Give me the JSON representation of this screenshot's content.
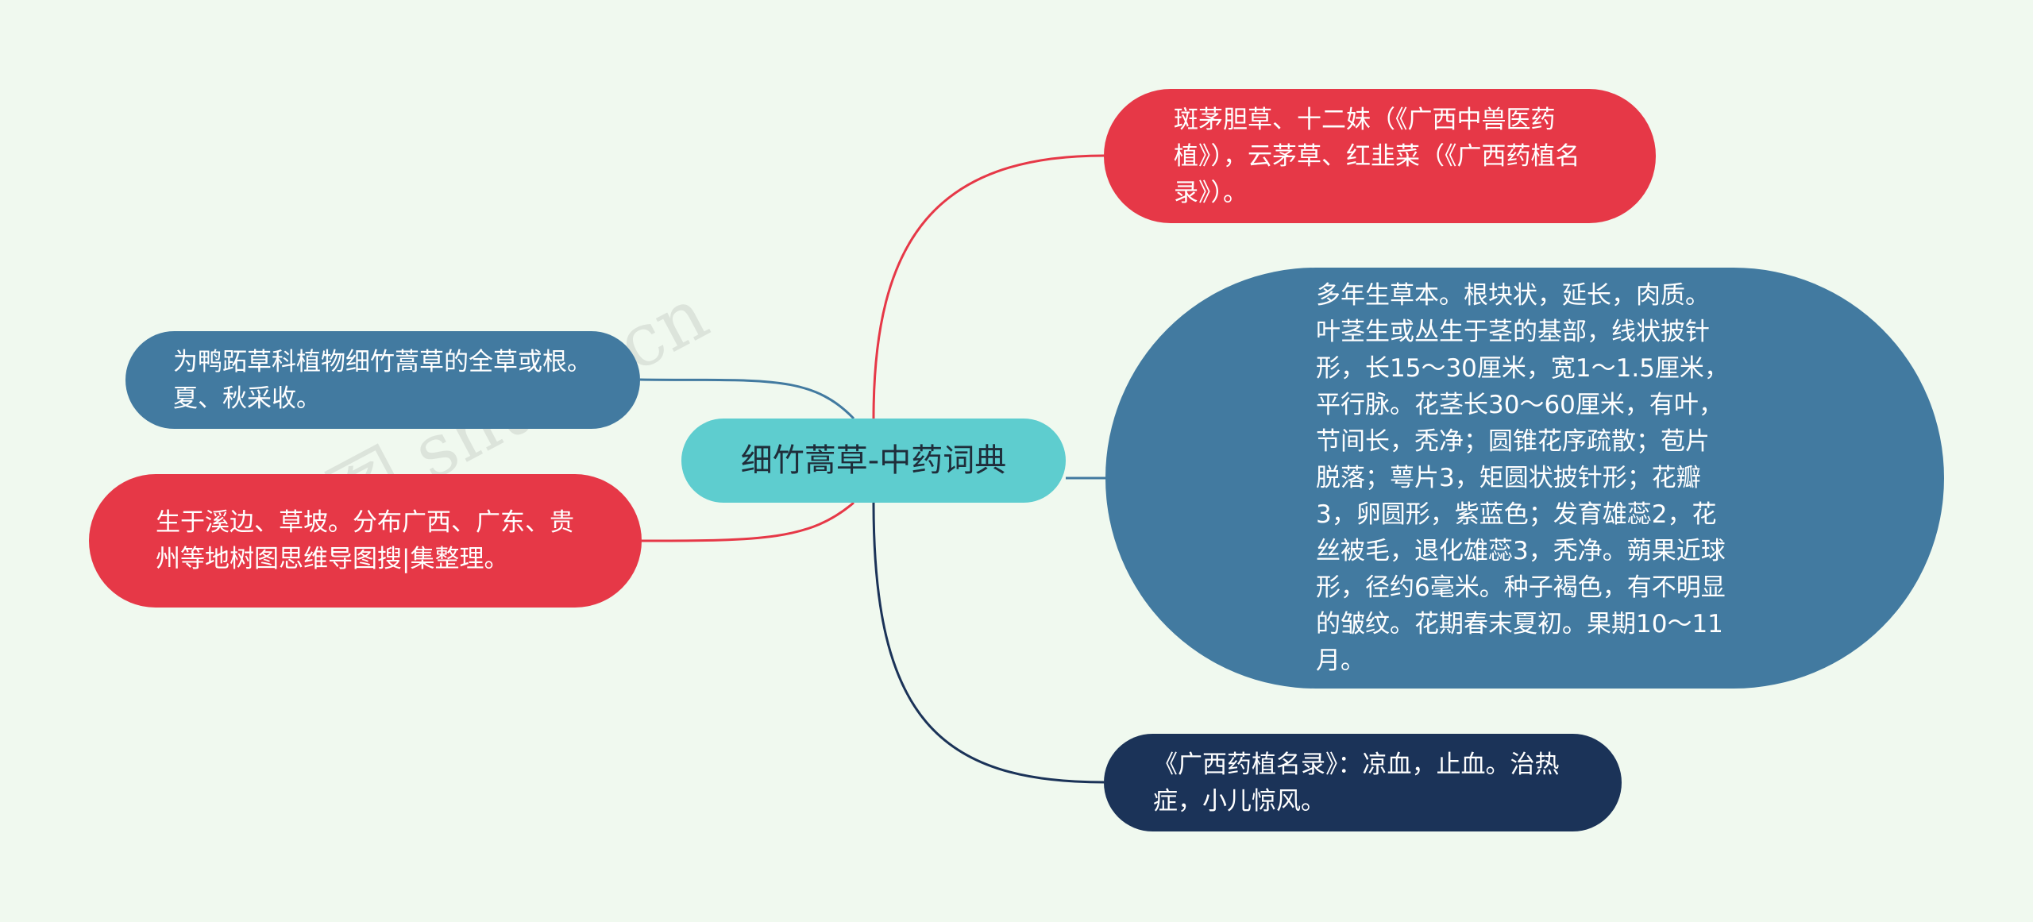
{
  "root": {
    "label": "细竹蒿草-中药词典"
  },
  "nodes": {
    "left1": "为鸭跖草科植物细竹蒿草的全草或根。夏、秋采收。",
    "left2": "生于溪边、草坡。分布广西、广东、贵州等地树图思维导图搜|集整理。",
    "right1": "斑茅胆草、十二妹（《广西中兽医药植》），云茅草、红韭菜（《广西药植名录》）。",
    "right2": "多年生草本。根块状，延长，肉质。叶茎生或丛生于茎的基部，线状披针形，长15～30厘米，宽1～1.5厘米，平行脉。花茎长30～60厘米，有叶，节间长，秃净；圆锥花序疏散；苞片脱落；萼片3，矩圆状披针形；花瓣3，卵圆形，紫蓝色；发育雄蕊2，花丝被毛，退化雄蕊3，秃净。蒴果近球形，径约6毫米。种子褐色，有不明显的皱纹。花期春末夏初。果期10～11月。",
    "right3": "《广西药植名录》：凉血，止血。治热症，小儿惊风。"
  },
  "watermarks": {
    "left": "树图 shutu.cn",
    "right": "树图 shutu.cn"
  },
  "colors": {
    "background": "#f0f9ef",
    "root": "#5ecdcf",
    "blue": "#427aa0",
    "red": "#e63847",
    "navy": "#1b3358"
  }
}
